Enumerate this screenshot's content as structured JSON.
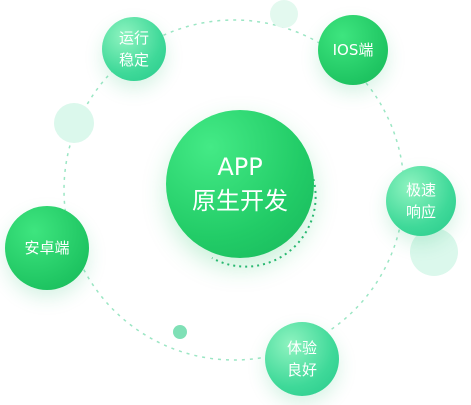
{
  "center": {
    "line1": "APP",
    "line2": "原生开发"
  },
  "nodes": {
    "stable": {
      "line1": "运行",
      "line2": "稳定"
    },
    "ios": {
      "line1": "IOS端"
    },
    "speed": {
      "line1": "极速",
      "line2": "响应"
    },
    "android": {
      "line1": "安卓端"
    },
    "ux": {
      "line1": "体验",
      "line2": "良好"
    }
  },
  "colors": {
    "primary_green": "#22cc67",
    "light_green": "#3fd999",
    "orbit": "#9be6c4",
    "decor": "#d6f7ea"
  }
}
